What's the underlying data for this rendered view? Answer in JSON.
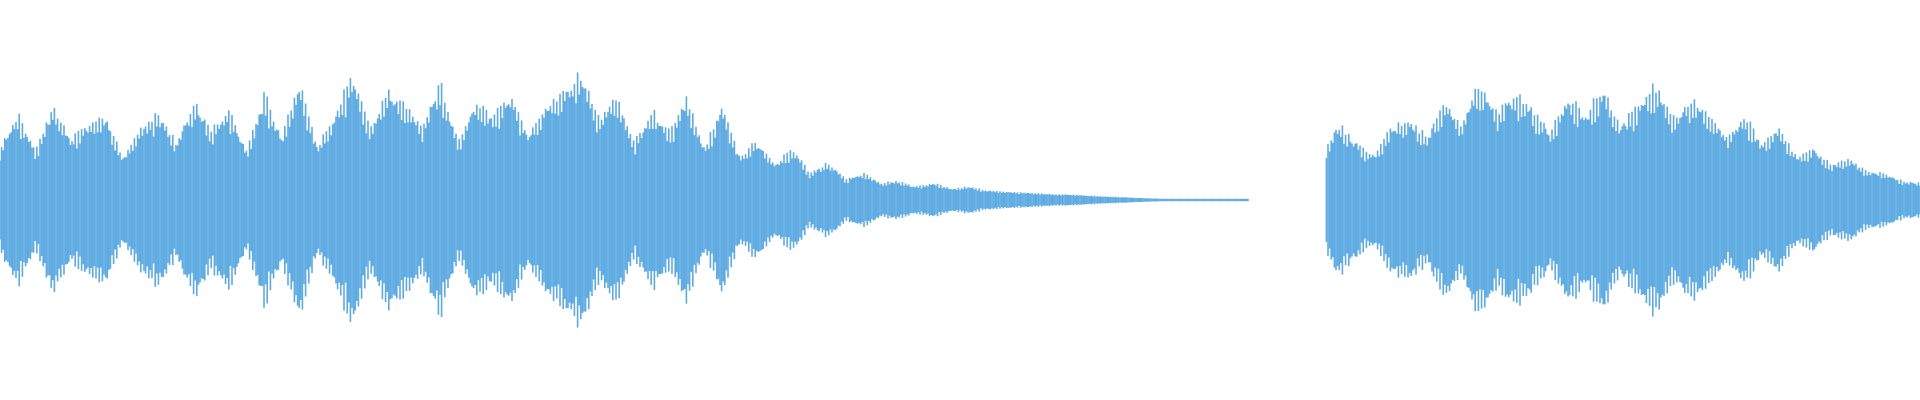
{
  "waveform": {
    "color": "#5DAAE2",
    "background": "#FFFFFF",
    "peaks": [
      0.28,
      0.45,
      0.26,
      0.5,
      0.32,
      0.4,
      0.44,
      0.22,
      0.38,
      0.46,
      0.3,
      0.52,
      0.36,
      0.48,
      0.26,
      0.56,
      0.34,
      0.63,
      0.28,
      0.44,
      0.66,
      0.37,
      0.58,
      0.5,
      0.4,
      0.61,
      0.31,
      0.52,
      0.44,
      0.56,
      0.34,
      0.49,
      0.58,
      0.67,
      0.43,
      0.55,
      0.3,
      0.47,
      0.36,
      0.54,
      0.27,
      0.49,
      0.23,
      0.31,
      0.19,
      0.27,
      0.14,
      0.2,
      0.11,
      0.14,
      0.09,
      0.1,
      0.07,
      0.09,
      0.06,
      0.07,
      0.05,
      0.045,
      0.04,
      0.035,
      0.03,
      0.028,
      0.022,
      0.018,
      0.014,
      0.01,
      0.007,
      0.005,
      0.004,
      0.003,
      0.002,
      0.0,
      0.0,
      0.0,
      0.1,
      0.24,
      0.4,
      0.3,
      0.24,
      0.38,
      0.42,
      0.33,
      0.52,
      0.4,
      0.62,
      0.46,
      0.57,
      0.48,
      0.36,
      0.55,
      0.45,
      0.58,
      0.4,
      0.5,
      0.6,
      0.44,
      0.52,
      0.46,
      0.34,
      0.45,
      0.3,
      0.38,
      0.23,
      0.27,
      0.18,
      0.22,
      0.15,
      0.14,
      0.1,
      0.09
    ]
  }
}
